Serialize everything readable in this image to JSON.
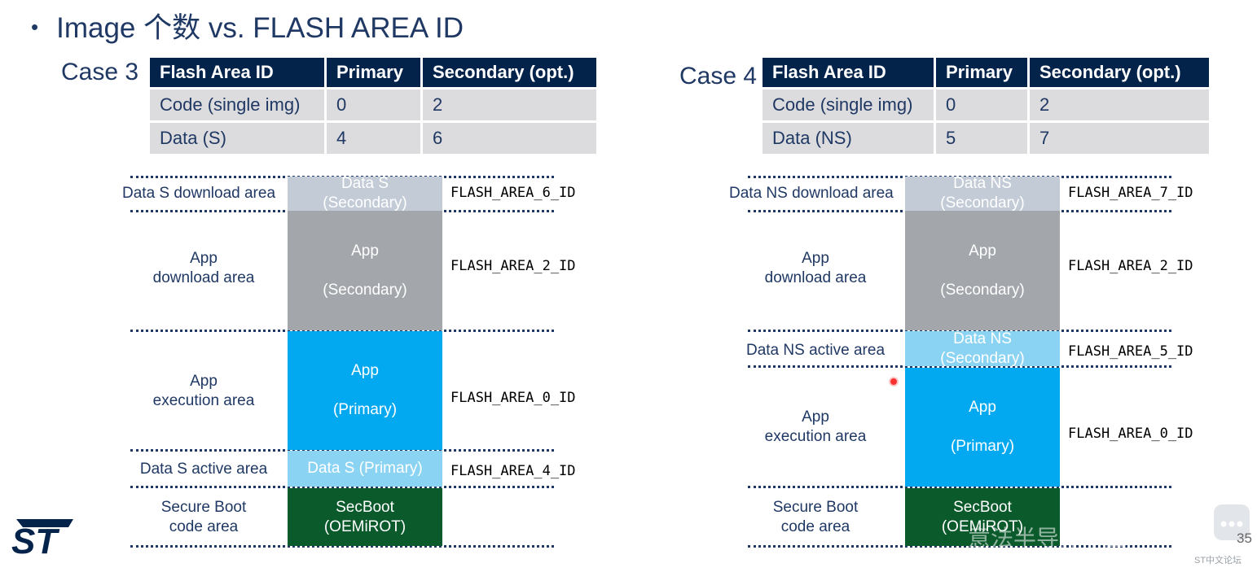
{
  "title": {
    "bullet": "•",
    "text": "Image 个数 vs. FLASH AREA ID"
  },
  "case3": {
    "label": "Case 3",
    "table": {
      "headers": [
        "Flash Area ID",
        "Primary",
        "Secondary (opt.)"
      ],
      "rows": [
        [
          "Code (single img)",
          "0",
          "2"
        ],
        [
          "Data (S)",
          "4",
          "6"
        ]
      ]
    },
    "areas": [
      {
        "label": "Data S download area",
        "block_l1": "Data S",
        "block_l2": "(Secondary)",
        "id": "FLASH_AREA_6_ID"
      },
      {
        "label_l1": "App",
        "label_l2": "download area",
        "block_l1": "App",
        "block_l2": "(Secondary)",
        "id": "FLASH_AREA_2_ID"
      },
      {
        "label_l1": "App",
        "label_l2": "execution area",
        "block_l1": "App",
        "block_l2": "(Primary)",
        "id": "FLASH_AREA_0_ID"
      },
      {
        "label": "Data S active area",
        "block": "Data S (Primary)",
        "id": "FLASH_AREA_4_ID"
      },
      {
        "label_l1": "Secure Boot",
        "label_l2": "code area",
        "block_l1": "SecBoot",
        "block_l2": "(OEMiROT)"
      }
    ]
  },
  "case4": {
    "label": "Case 4",
    "table": {
      "headers": [
        "Flash Area ID",
        "Primary",
        "Secondary (opt.)"
      ],
      "rows": [
        [
          "Code (single img)",
          "0",
          "2"
        ],
        [
          "Data (NS)",
          "5",
          "7"
        ]
      ]
    },
    "areas": [
      {
        "label": "Data NS download area",
        "block_l1": "Data NS",
        "block_l2": "(Secondary)",
        "id": "FLASH_AREA_7_ID"
      },
      {
        "label_l1": "App",
        "label_l2": "download area",
        "block_l1": "App",
        "block_l2": "(Secondary)",
        "id": "FLASH_AREA_2_ID"
      },
      {
        "label": "Data NS active area",
        "block_l1": "Data NS",
        "block_l2": "(Secondary)",
        "id": "FLASH_AREA_5_ID"
      },
      {
        "label_l1": "App",
        "label_l2": "execution area",
        "block_l1": "App",
        "block_l2": "(Primary)",
        "id": "FLASH_AREA_0_ID"
      },
      {
        "label_l1": "Secure Boot",
        "label_l2": "code area",
        "block_l1": "SecBoot",
        "block_l2": "(OEMiROT)"
      }
    ]
  },
  "footer": {
    "logo": "ST",
    "page_number": "35",
    "watermark_cn": "意法半导体中国",
    "watermark_forum": "ST中文论坛"
  },
  "colors": {
    "navy": "#03234b",
    "text": "#1f3864",
    "data_secondary": "#c3cbd6",
    "app_secondary": "#a3a7ab",
    "app_primary": "#03a9f0",
    "data_active": "#8bd3f2",
    "secboot": "#0b5a2c"
  }
}
